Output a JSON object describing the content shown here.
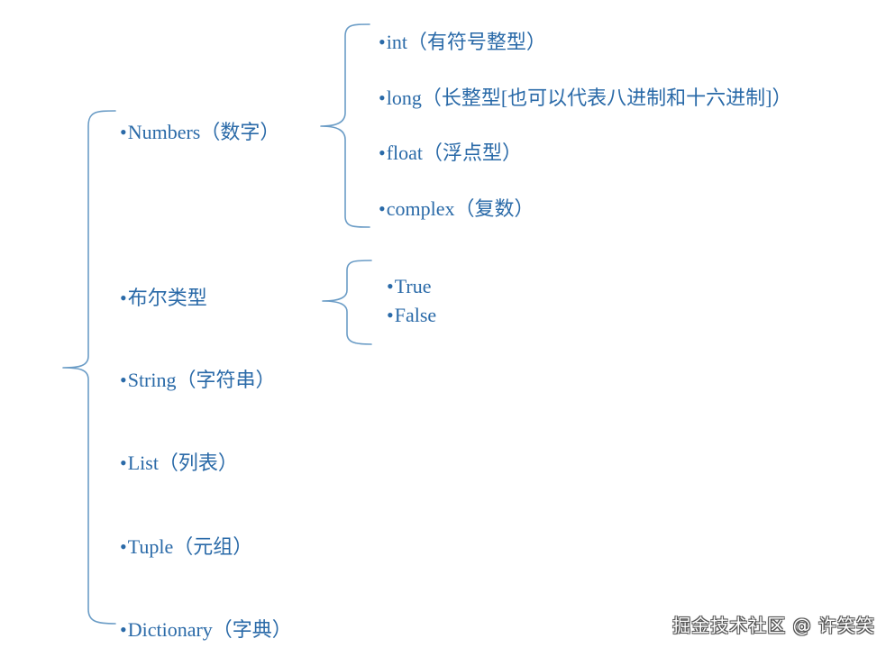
{
  "bullet": "•",
  "root_items": [
    {
      "label": "Numbers（数字）"
    },
    {
      "label": "布尔类型"
    },
    {
      "label": "String（字符串）"
    },
    {
      "label": "List（列表）"
    },
    {
      "label": "Tuple（元组）"
    },
    {
      "label": "Dictionary（字典）"
    }
  ],
  "numbers_children": [
    {
      "label": "int（有符号整型）"
    },
    {
      "label": "long（长整型[也可以代表八进制和十六进制]）"
    },
    {
      "label": "float（浮点型）"
    },
    {
      "label": "complex（复数）"
    }
  ],
  "bool_children": [
    {
      "label": "True"
    },
    {
      "label": "False"
    }
  ],
  "watermark": "掘金技术社区 @ 许笑笑",
  "colors": {
    "text": "#2a6aa8",
    "brace": "#6a9cc6"
  }
}
